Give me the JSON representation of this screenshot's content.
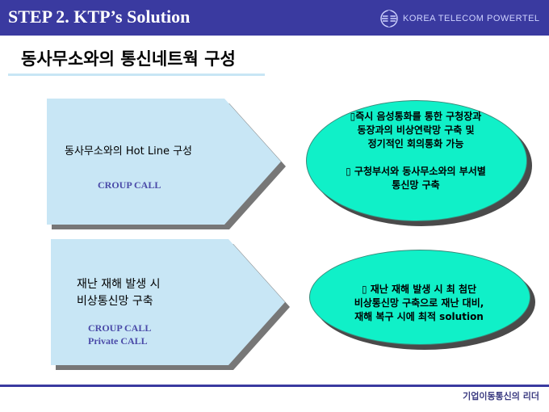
{
  "header": {
    "step_title": "STEP 2.  KTP’s Solution",
    "brand_text": "KOREA TELECOM POWERTEL",
    "brand_logo": "kt-logo-icon"
  },
  "page_title": "동사무소와의 통신네트웍 구성",
  "block1": {
    "heading": "동사무소와의 Hot Line 구성",
    "caps": "CROUP CALL",
    "ellipse_lines": [
      "▯즉시 음성통화를 통한 구청장과",
      "동장과의 비상연락망 구축 및",
      "정기적인 회의통화 가능",
      "",
      "▯ 구청부서와 동사무소와의 부서별",
      "통신망 구축"
    ]
  },
  "block2": {
    "heading_lines": [
      "재난 재해 발생 시",
      "비상통신망 구축"
    ],
    "caps_lines": [
      "CROUP CALL",
      "Private CALL"
    ],
    "ellipse_lines": [
      "▯ 재난 재해 발생 시 최 첨단",
      "비상통신망 구축으로 재난 대비,",
      "재해 복구 시에 최적 solution"
    ]
  },
  "footer": "기업이동통신의 리더",
  "colors": {
    "header_bar": "#3a3aa0",
    "arrow_fill": "#c8e6f5",
    "ellipse_fill": "#10f0c8",
    "caps_text": "#4a4aa8"
  }
}
